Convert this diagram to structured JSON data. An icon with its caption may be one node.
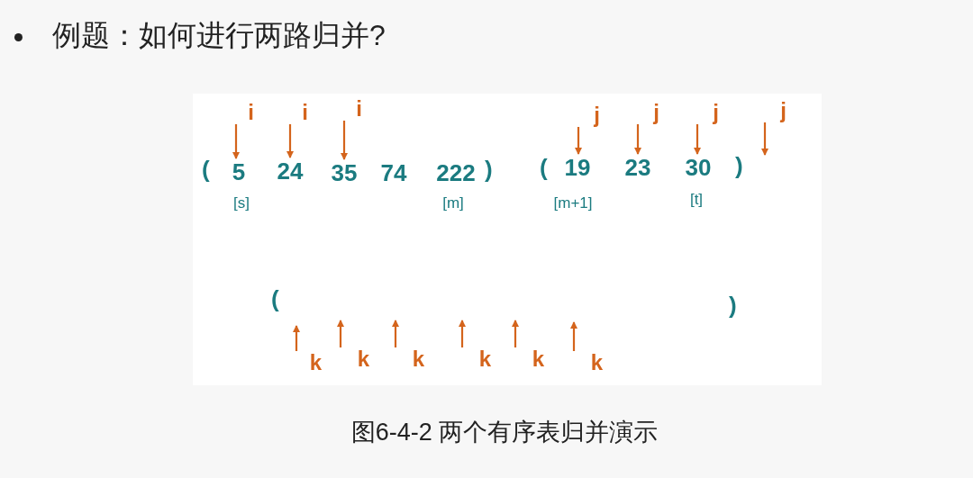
{
  "diagram": {
    "title": "例题：如何进行两路归并?",
    "caption": "图6-4-2 两个有序表归并演示",
    "nodes": [
      {
        "text": [
          "i"
        ]
      },
      {
        "text": [
          "i"
        ]
      },
      {
        "text": [
          "i"
        ]
      },
      {
        "text": [
          "j"
        ]
      },
      {
        "text": [
          "j"
        ]
      },
      {
        "text": [
          "j"
        ]
      },
      {
        "text": [
          "j"
        ]
      },
      {
        "text": [
          "5"
        ],
        "beside": [
          "[s]"
        ]
      },
      {
        "text": [
          "24"
        ]
      },
      {
        "text": [
          "35"
        ]
      },
      {
        "text": [
          "74"
        ]
      },
      {
        "text": [
          "222"
        ],
        "beside": [
          "[m]"
        ]
      },
      {
        "text": [
          "19"
        ],
        "beside": [
          "[m+1]"
        ]
      },
      {
        "text": [
          "23"
        ]
      },
      {
        "text": [
          "30"
        ],
        "beside": [
          "[t]"
        ]
      },
      {
        "text": [
          "k"
        ]
      },
      {
        "text": [
          "k"
        ]
      },
      {
        "text": [
          "k"
        ]
      },
      {
        "text": [
          "k"
        ]
      },
      {
        "text": [
          "k"
        ]
      },
      {
        "text": [
          "k"
        ]
      }
    ],
    "edges": [
      {
        "from": 0,
        "to": 7,
        "arrow": "to"
      },
      {
        "from": 1,
        "to": 8,
        "arrow": "to"
      },
      {
        "from": 2,
        "to": 9,
        "arrow": "to"
      },
      {
        "from": 3,
        "to": 12,
        "arrow": "to"
      },
      {
        "from": 4,
        "to": 13,
        "arrow": "to"
      },
      {
        "from": 5,
        "to": 14,
        "arrow": "to"
      },
      {
        "from": 6,
        "to": null,
        "arrow": "to"
      },
      {
        "from": 15,
        "to": null,
        "arrow": "to"
      },
      {
        "from": 16,
        "to": null,
        "arrow": "to"
      },
      {
        "from": 17,
        "to": null,
        "arrow": "to"
      },
      {
        "from": 18,
        "to": null,
        "arrow": "to"
      },
      {
        "from": 19,
        "to": null,
        "arrow": "to"
      },
      {
        "from": 20,
        "to": null,
        "arrow": "to"
      }
    ],
    "labels": [
      "(",
      ")",
      "(",
      ")",
      "(",
      ")"
    ]
  }
}
